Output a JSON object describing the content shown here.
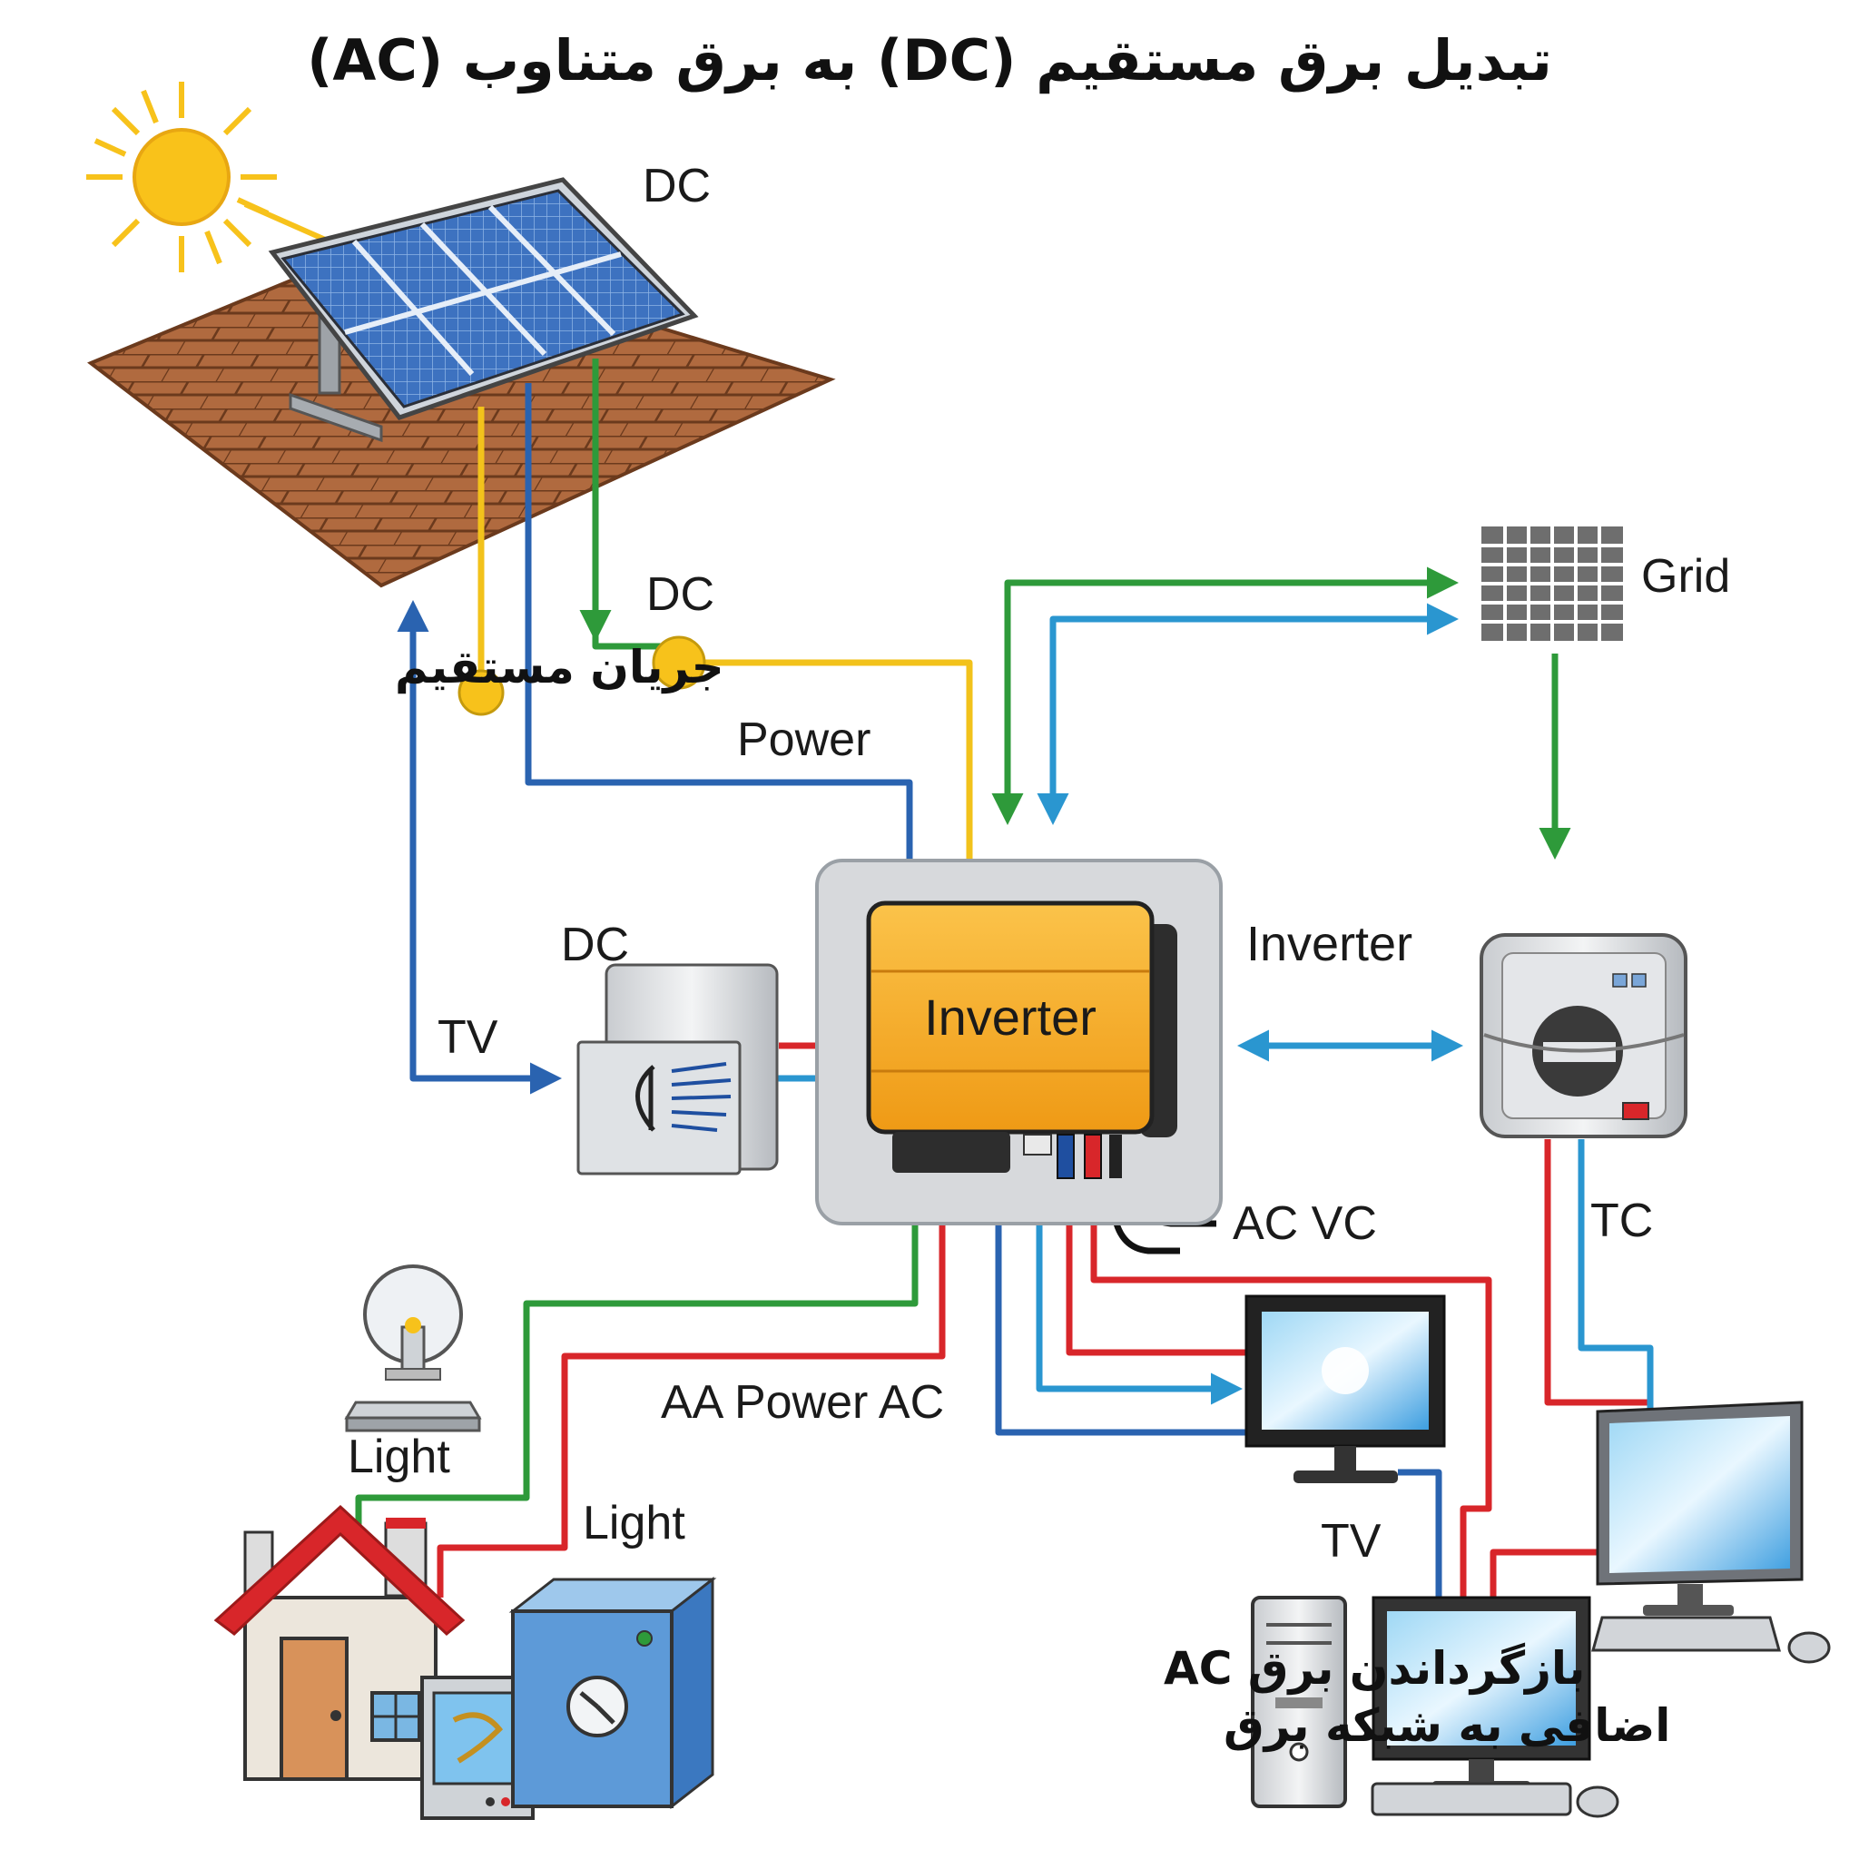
{
  "title": "تبدیل برق مستقیم (DC) به برق متناوب (AC)",
  "labels": {
    "dc_top": "DC",
    "dc_mid": "DC",
    "dc_box": "DC",
    "direct_current": "جریان مستقیم",
    "power": "Power",
    "grid": "Grid",
    "inverter_side": "Inverter",
    "inverter_box": "Inverter",
    "tv_left": "TV",
    "ac_vc": "AC VC",
    "tc": "TC",
    "light_bulb": "Light",
    "light_house": "Light",
    "aa_power_ac": "AA Power AC",
    "tv_bottom": "TV",
    "return_line1": "بازگرداندن برق AC",
    "return_line2": "اضافی به شبکه برق"
  },
  "colors": {
    "dc_yellow": "#f2c21b",
    "blue": "#2a63b0",
    "light_blue": "#2a96d0",
    "green": "#2e9a3a",
    "red": "#d8262a",
    "inverter_fill": "#f5a623",
    "panel_blue": "#3d72c0",
    "roof": "#b06a3f"
  }
}
